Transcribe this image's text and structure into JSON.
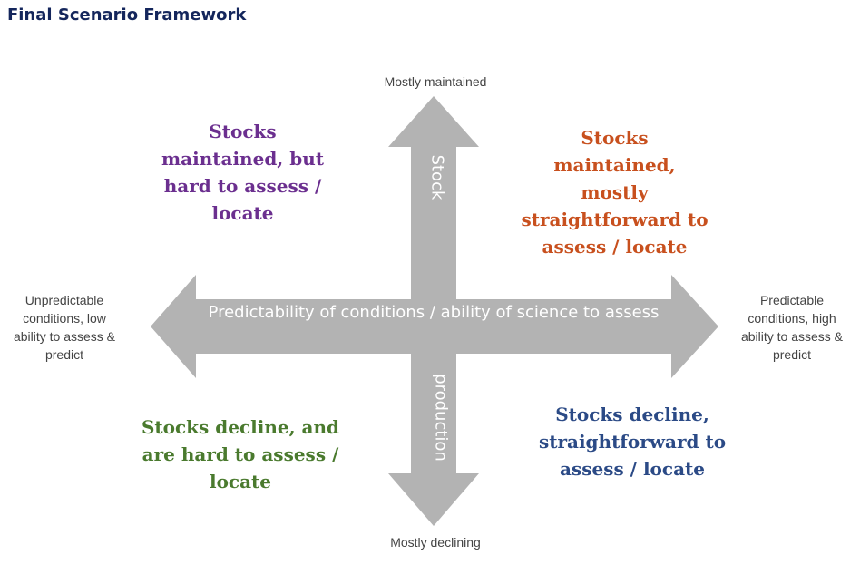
{
  "title": "Final Scenario Framework",
  "axes": {
    "top_label": "Mostly maintained",
    "bottom_label": "Mostly declining",
    "left_label": "Unpredictable conditions, low ability to assess & predict",
    "right_label": "Predictable conditions, high ability to assess & predict",
    "horizontal_axis_text": "Predictability of conditions / ability of science to assess",
    "vertical_top_text": "Stock",
    "vertical_bottom_text": "production"
  },
  "quadrants": {
    "top_left": {
      "text": "Stocks maintained, but hard to assess / locate",
      "color": "#6b2f8f"
    },
    "top_right": {
      "text": "Stocks maintained, mostly straightforward to assess / locate",
      "color": "#c8501e"
    },
    "bottom_left": {
      "text": "Stocks decline, and are hard to assess / locate",
      "color": "#4a7a2e"
    },
    "bottom_right": {
      "text": "Stocks decline, straightforward to assess / locate",
      "color": "#2b4a86"
    }
  },
  "colors": {
    "arrow": "#b3b3b3",
    "title": "#14265c"
  }
}
